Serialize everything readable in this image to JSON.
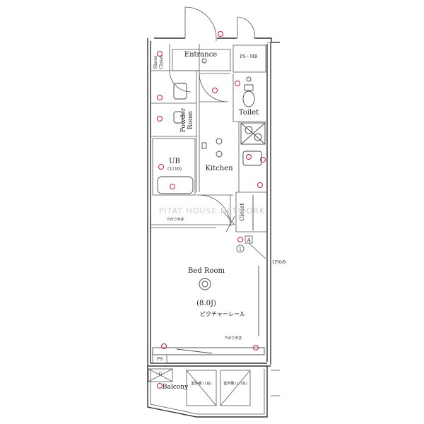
{
  "rooms": {
    "entrance": "Entrance",
    "ps_mb": "PS・MB",
    "shoes_closet_1": "Shoes",
    "shoes_closet_2": "Closet",
    "toilet": "Toilet",
    "powder_room_1": "Powder",
    "powder_room_2": "Room",
    "ub": "UB",
    "ub_size": "(1116)",
    "kitchen": "Kitchen",
    "closet": "Closet",
    "bed_room": "Bed Room",
    "bed_room_size": "(8.0J)",
    "picture_rail": "ピクチャーレール",
    "balcony": "Balcony",
    "ps": "PS",
    "g": "G",
    "a": "A",
    "unit_left": "室外機\n(1台)",
    "unit_right": "室外機\n(2,1台)"
  },
  "notes": {
    "ceiling_left": "下がり天井",
    "ceiling_right": "下がり天井",
    "first_floor_only": "1Fのみ",
    "circle_one": "1"
  },
  "watermark": "PITAT HOUSE NETWORK",
  "colors": {
    "walls": "#333333",
    "marks": "#c2185b",
    "watermark": "#c9cdd2"
  }
}
